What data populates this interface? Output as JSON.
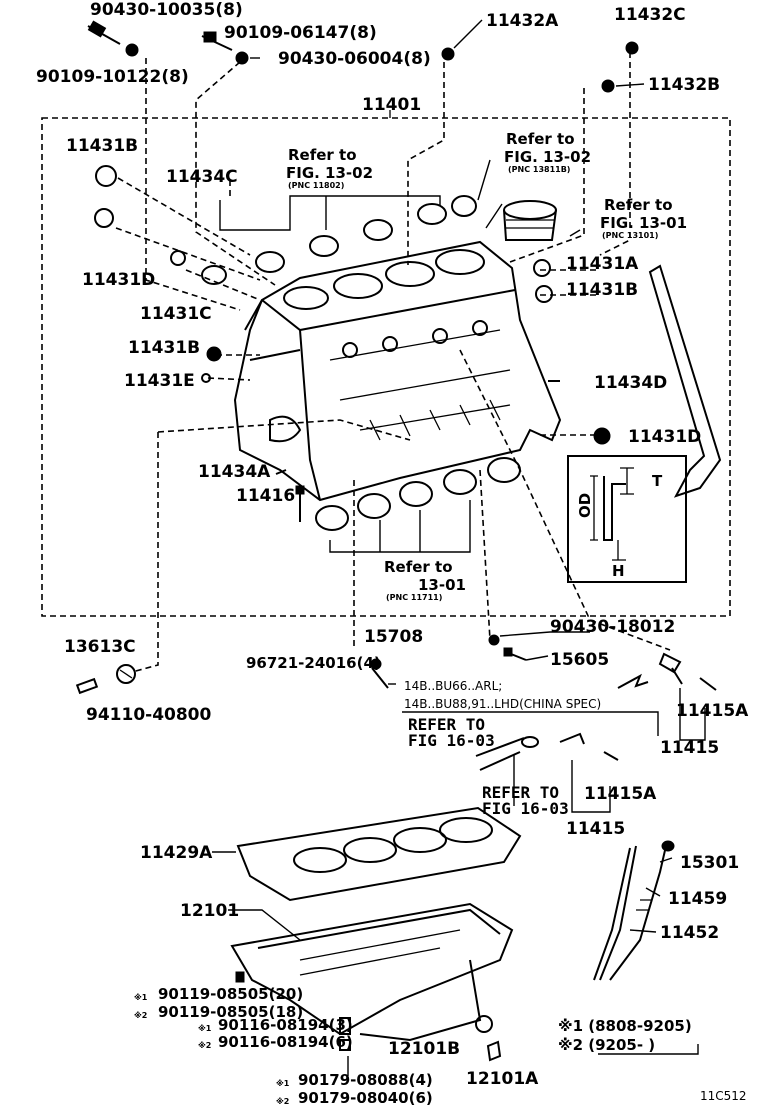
{
  "labels": {
    "p90430_10035": "90430-10035(8)",
    "p90109_10122": "90109-10122(8)",
    "p90109_06147": "90109-06147(8)",
    "p90430_06004": "90430-06004(8)",
    "p11432A": "11432A",
    "p11432C": "11432C",
    "p11432B": "11432B",
    "p11401": "11401",
    "p11431B_a": "11431B",
    "p11434C": "11434C",
    "ref1302_a_1": "Refer to",
    "ref1302_a_2": "FIG. 13-02",
    "ref1302_a_3": "(PNC 11802)",
    "ref1302_b_1": "Refer to",
    "ref1302_b_2": "FIG. 13-02",
    "ref1302_b_3": "(PNC 13811B)",
    "ref1301_a_1": "Refer to",
    "ref1301_a_2": "FIG. 13-01",
    "ref1301_a_3": "(PNC 13101)",
    "p11431D_a": "11431D",
    "p11431C": "11431C",
    "p11431A": "11431A",
    "p11431B_b": "11431B",
    "p11431B_c": "11431B",
    "p11431E": "11431E",
    "p11434D": "11434D",
    "p11431D_b": "11431D",
    "p11434A": "11434A",
    "p11416": "11416",
    "dim_T": "T",
    "dim_OD": "OD",
    "dim_H": "H",
    "ref1301_b_1": "Refer to",
    "ref1301_b_2": "13-01",
    "ref1301_b_3": "(PNC 11711)",
    "p13613C": "13613C",
    "p15708": "15708",
    "p90430_18012": "90430-18012",
    "p96721_24016": "96721-24016(4)",
    "p15605": "15605",
    "p94110_40800": "94110-40800",
    "note_1": "14B..BU66..ARL;",
    "note_2": "14B..BU88,91..LHD(CHINA SPEC)",
    "p11415A_a": "11415A",
    "ref1603_a_1": "REFER TO",
    "ref1603_a_2": "FIG 16-03",
    "p11415_a": "11415",
    "ref1603_b_1": "REFER TO",
    "ref1603_b_2": "FIG 16-03",
    "p11415A_b": "11415A",
    "p11415_b": "11415",
    "p11429A": "11429A",
    "p15301": "15301",
    "p12101": "12101",
    "p11459": "11459",
    "p11452": "11452",
    "p90119_08505_a": "90119-08505(20)",
    "p90119_08505_b": "90119-08505(18)",
    "p90116_08194_a": "90116-08194(3)",
    "p90116_08194_b": "90116-08194(6)",
    "p12101B": "12101B",
    "p12101A": "12101A",
    "p90179_08088": "90179-08088(4)",
    "p90179_08040": "90179-08040(6)",
    "mark1": "※1",
    "mark2": "※2",
    "legend_1": "※1 (8808-9205)",
    "legend_2": "※2 (9205-        )",
    "fig_code": "11C512"
  }
}
